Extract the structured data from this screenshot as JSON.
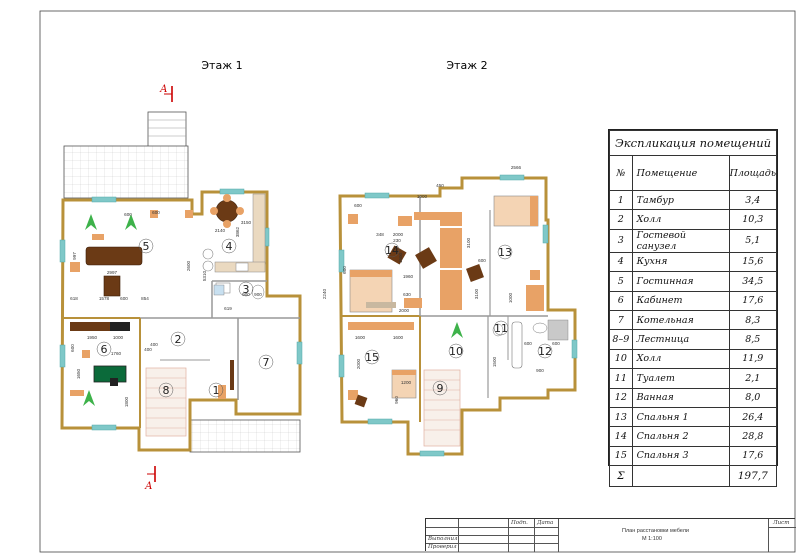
{
  "floors": {
    "floor1_label": "Этаж 1",
    "floor2_label": "Этаж 2"
  },
  "section_marks": {
    "top": "А",
    "bottom": "А"
  },
  "room_numbers": {
    "floor1": [
      "1",
      "2",
      "3",
      "4",
      "5",
      "6",
      "7",
      "8"
    ],
    "floor2": [
      "9",
      "10",
      "11",
      "12",
      "13",
      "14",
      "15"
    ]
  },
  "dimensions": {
    "floor1": [
      "600",
      "600",
      "2140",
      "3862",
      "2600",
      "3150",
      "997",
      "2997",
      "5310",
      "1578",
      "618",
      "600",
      "854",
      "1950",
      "1000",
      "400",
      "1760",
      "600",
      "1650",
      "1800",
      "400",
      "900",
      "900",
      "619"
    ],
    "floor2": [
      "450",
      "2566",
      "1000",
      "600",
      "348",
      "2000",
      "3100",
      "600",
      "230",
      "1600",
      "1960",
      "2000",
      "2240",
      "600",
      "630",
      "3100",
      "1000",
      "1600",
      "1600",
      "2000",
      "1200",
      "960",
      "600",
      "600",
      "900",
      "1500"
    ]
  },
  "explication": {
    "title": "Экспликация помещений",
    "headers": [
      "№",
      "Помещение",
      "Площадь"
    ],
    "rows": [
      {
        "no": "1",
        "name": "Тамбур",
        "area": "3,4"
      },
      {
        "no": "2",
        "name": "Холл",
        "area": "10,3"
      },
      {
        "no": "3",
        "name": "Гостевой санузел",
        "area": "5,1"
      },
      {
        "no": "4",
        "name": "Кухня",
        "area": "15,6"
      },
      {
        "no": "5",
        "name": "Гостинная",
        "area": "34,5"
      },
      {
        "no": "6",
        "name": "Кабинет",
        "area": "17,6"
      },
      {
        "no": "7",
        "name": "Котельная",
        "area": "8,3"
      },
      {
        "no": "8–9",
        "name": "Лестница",
        "area": "8,5"
      },
      {
        "no": "10",
        "name": "Холл",
        "area": "11,9"
      },
      {
        "no": "11",
        "name": "Туалет",
        "area": "2,1"
      },
      {
        "no": "12",
        "name": "Ванная",
        "area": "8,0"
      },
      {
        "no": "13",
        "name": "Спальня 1",
        "area": "26,4"
      },
      {
        "no": "14",
        "name": "Спальня 2",
        "area": "28,8"
      },
      {
        "no": "15",
        "name": "Спальня 3",
        "area": "17,6"
      }
    ],
    "total_symbol": "Σ",
    "total_area": "197,7"
  },
  "title_block": {
    "col_sign": "Подп.",
    "col_date": "Дата",
    "row_done": "Выполнил",
    "row_checked": "Проверил",
    "title_line1": "План расстановки мебели",
    "title_line2": "М 1:100",
    "sheet_label": "Лист"
  },
  "colors": {
    "wall": "#b8913a",
    "furniture_wood": "#6b3a15",
    "furniture_orange": "#e8a266",
    "bed_fill": "#f4d4b4",
    "plant": "#3db24a",
    "window": "#7fc8c8",
    "section_mark": "#cc0000",
    "tile": "#c9c9c9"
  }
}
